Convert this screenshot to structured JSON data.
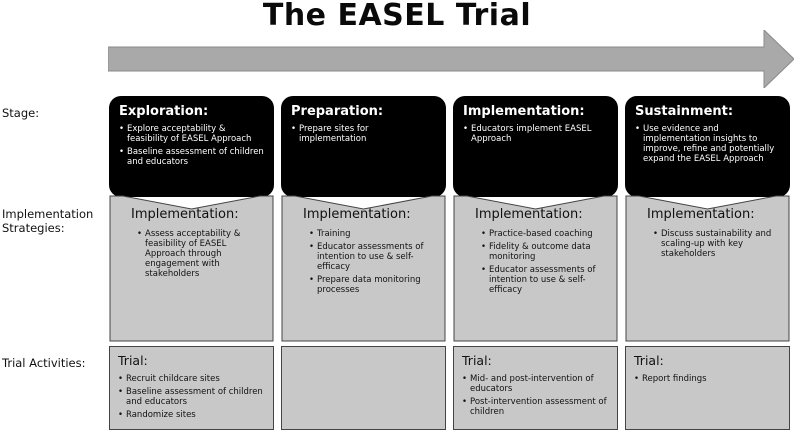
{
  "title": "The EASEL Trial",
  "row_labels": {
    "stage": "Stage:",
    "strategies": "Implementation\nStrategies:",
    "activities": "Trial Activities:"
  },
  "columns": [
    {
      "stage_title": "Exploration:",
      "stage_bullets": [
        "Explore acceptability & feasibility of EASEL Approach",
        "Baseline assessment of children and educators"
      ],
      "impl_title": "Implementation:",
      "impl_bullets": [
        "Assess acceptability & feasibility of EASEL Approach through engagement with stakeholders"
      ],
      "trial_title": "Trial:",
      "trial_bullets": [
        "Recruit childcare sites",
        "Baseline assessment of children and educators",
        "Randomize sites"
      ]
    },
    {
      "stage_title": "Preparation:",
      "stage_bullets": [
        "Prepare sites for implementation"
      ],
      "impl_title": "Implementation:",
      "impl_bullets": [
        "Training",
        "Educator assessments of intention to use & self-efficacy",
        "Prepare data monitoring processes"
      ],
      "trial_title": "",
      "trial_bullets": []
    },
    {
      "stage_title": "Implementation:",
      "stage_bullets": [
        "Educators implement EASEL Approach"
      ],
      "impl_title": "Implementation:",
      "impl_bullets": [
        "Practice-based coaching",
        "Fidelity & outcome data monitoring",
        "Educator assessments of intention to use & self-efficacy"
      ],
      "trial_title": "Trial:",
      "trial_bullets": [
        "Mid- and post-intervention of educators",
        "Post-intervention assessment of children"
      ]
    },
    {
      "stage_title": "Sustainment:",
      "stage_bullets": [
        "Use evidence and implementation insights to improve, refine and potentially expand the EASEL Approach"
      ],
      "impl_title": "Implementation:",
      "impl_bullets": [
        "Discuss sustainability and scaling-up with key stakeholders"
      ],
      "trial_title": "Trial:",
      "trial_bullets": [
        "Report findings"
      ]
    }
  ]
}
